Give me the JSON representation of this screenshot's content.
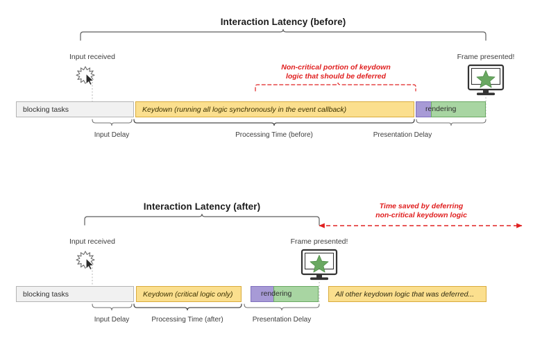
{
  "diagram": {
    "type": "timeline-comparison",
    "background": "#ffffff",
    "colors": {
      "keydown": "#fbdf8e",
      "keydown_border": "#d9ab3c",
      "blocking": "#f1f1f1",
      "blocking_border": "#b4b4b4",
      "purple": "#a79ad6",
      "purple_border": "#7e6fbc",
      "green": "#a8d5a2",
      "green_border": "#6aa862",
      "annotation_red": "#e02020",
      "bracket_grey": "#6f6f6f",
      "text": "#3c3c3c"
    },
    "sections": [
      {
        "id": "before",
        "title": "Interaction Latency (before)",
        "markers": [
          {
            "name": "input-received",
            "label": "Input received",
            "icon": "cursor-burst-icon"
          },
          {
            "name": "frame-presented",
            "label": "Frame presented!",
            "icon": "monitor-star-icon"
          }
        ],
        "annotation": {
          "lines": [
            "Non-critical portion of keydown",
            "logic that should be deferred"
          ],
          "style": "red-dashed-brace"
        },
        "bars": [
          {
            "name": "blocking-tasks",
            "label": "blocking tasks",
            "fill": "#f1f1f1"
          },
          {
            "name": "keydown",
            "label": "Keydown (running all logic synchronously in the event callback)",
            "fill": "#fbdf8e"
          },
          {
            "name": "pre-render",
            "label": "",
            "fill": "#a79ad6"
          },
          {
            "name": "rendering",
            "label": "rendering",
            "fill": "#a8d5a2"
          }
        ],
        "phases": [
          {
            "name": "input-delay",
            "label": "Input Delay"
          },
          {
            "name": "processing-time",
            "label": "Processing Time (before)"
          },
          {
            "name": "presentation-delay",
            "label": "Presentation Delay"
          }
        ]
      },
      {
        "id": "after",
        "title": "Interaction Latency (after)",
        "markers": [
          {
            "name": "input-received",
            "label": "Input received",
            "icon": "cursor-burst-icon"
          },
          {
            "name": "frame-presented",
            "label": "Frame presented!",
            "icon": "monitor-star-icon"
          }
        ],
        "annotation": {
          "lines": [
            "Time saved by deferring",
            "non-critical keydown logic"
          ],
          "style": "red-dashed-double-arrow"
        },
        "bars": [
          {
            "name": "blocking-tasks",
            "label": "blocking tasks",
            "fill": "#f1f1f1"
          },
          {
            "name": "keydown",
            "label": "Keydown (critical logic only)",
            "fill": "#fbdf8e"
          },
          {
            "name": "pre-render",
            "label": "",
            "fill": "#a79ad6"
          },
          {
            "name": "rendering",
            "label": "rendering",
            "fill": "#a8d5a2"
          },
          {
            "name": "deferred-logic",
            "label": "All other keydown logic that was deferred...",
            "fill": "#fbdf8e"
          }
        ],
        "phases": [
          {
            "name": "input-delay",
            "label": "Input Delay"
          },
          {
            "name": "processing-time",
            "label": "Processing Time (after)"
          },
          {
            "name": "presentation-delay",
            "label": "Presentation Delay"
          }
        ]
      }
    ]
  }
}
